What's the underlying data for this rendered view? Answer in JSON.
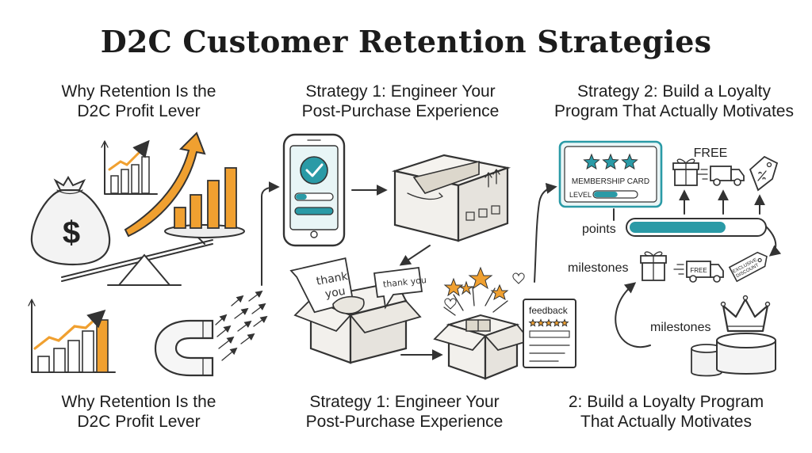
{
  "title": "D2C Customer Retention Strategies",
  "sections": {
    "retention_top": {
      "line1": "Why Retention Is the",
      "line2": "D2C Profit Lever"
    },
    "strategy1_top": {
      "line1": "Strategy 1: Engineer Your",
      "line2": "Post-Purchase Experience"
    },
    "strategy2_top": {
      "line1": "Strategy 2: Build a Loyalty",
      "line2": "Program That Actually Motivates"
    },
    "retention_bottom": {
      "line1": "Why Retention Is the",
      "line2": "D2C Profit Lever"
    },
    "strategy1_bottom": {
      "line1": "Strategy 1: Engineer Your",
      "line2": "Post-Purchase Experience"
    },
    "strategy2_bottom": {
      "line1": "2: Build a Loyalty Program",
      "line2": "That Actually Motivates"
    }
  },
  "illustration_text": {
    "money_symbol": "$",
    "thank_you_big": [
      "thank",
      "you"
    ],
    "thank_you_small": "thank you",
    "feedback": "feedback",
    "membership_card": "MEMBERSHIP CARD",
    "level": "LEVEL",
    "free_top": "FREE",
    "points": "points",
    "milestones_1": "milestones",
    "milestones_2": "milestones",
    "free_truck": "FREE",
    "exclusive_tag": [
      "EXCLUSIVE",
      "DISCOUNT"
    ]
  },
  "progress": {
    "points_fill": 0.72,
    "membership_level_fill": 0.55,
    "app_progress_fill": 0.3
  },
  "ratings": {
    "membership_stars": 3,
    "feedback_stars": 5
  },
  "colors": {
    "accent_orange": "#f0a030",
    "accent_teal": "#2a9aa6",
    "ink": "#333333",
    "box_tan": "#f2f0ec"
  },
  "icons": [
    "money-bag-icon",
    "balance-scale-icon",
    "growth-chart-icon",
    "trend-arrow-icon",
    "magnet-icon",
    "smartphone-icon",
    "shipping-box-icon",
    "open-gift-box-icon",
    "speech-bubble-icon",
    "feedback-form-icon",
    "membership-card-icon",
    "gift-icon",
    "delivery-truck-icon",
    "discount-tag-icon",
    "crown-icon",
    "podium-icon"
  ]
}
